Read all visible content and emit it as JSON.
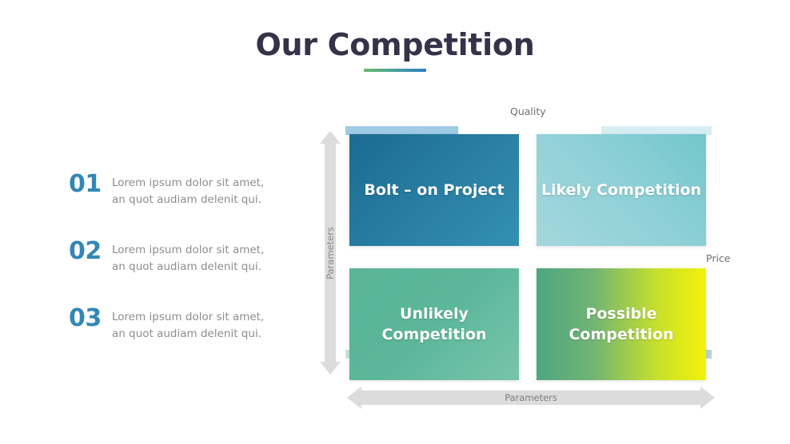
{
  "header": {
    "title": "Our Competition"
  },
  "list": {
    "items": [
      {
        "number": "01",
        "text": "Lorem ipsum dolor sit amet, an quot audiam delenit qui."
      },
      {
        "number": "02",
        "text": "Lorem ipsum dolor sit amet, an quot audiam delenit qui."
      },
      {
        "number": "03",
        "text": "Lorem ipsum dolor sit amet, an quot audiam delenit qui."
      }
    ]
  },
  "matrix": {
    "axis": {
      "top_label": "Quality",
      "right_label": "Price",
      "vertical_arrow_label": "Parameters",
      "horizontal_arrow_label": "Parameters"
    },
    "quadrants": [
      {
        "label": "Bolt – on Project",
        "position": "top-left",
        "color_from": "#1c6b91",
        "color_to": "#3390b2",
        "accent_color": "#9fcbe4"
      },
      {
        "label": "Likely Competition",
        "position": "top-right",
        "color_from": "#73c6cd",
        "color_to": "#a3d7dd",
        "accent_color": "#d6edf3"
      },
      {
        "label": "Unlikely Competition",
        "position": "bottom-left",
        "color_from": "#59b596",
        "color_to": "#78c4ab",
        "accent_color": "#c4e6da"
      },
      {
        "label": "Possible Competition",
        "position": "bottom-right",
        "color_from": "#4fa581",
        "color_to": "#f2f20a",
        "accent_color": "#b7d3d3"
      }
    ]
  },
  "theme": {
    "title_color": "#353349",
    "number_color": "#3387b5",
    "body_text_color": "#8d8d8d",
    "arrow_color": "#dcdcdc",
    "background": "#ffffff"
  }
}
